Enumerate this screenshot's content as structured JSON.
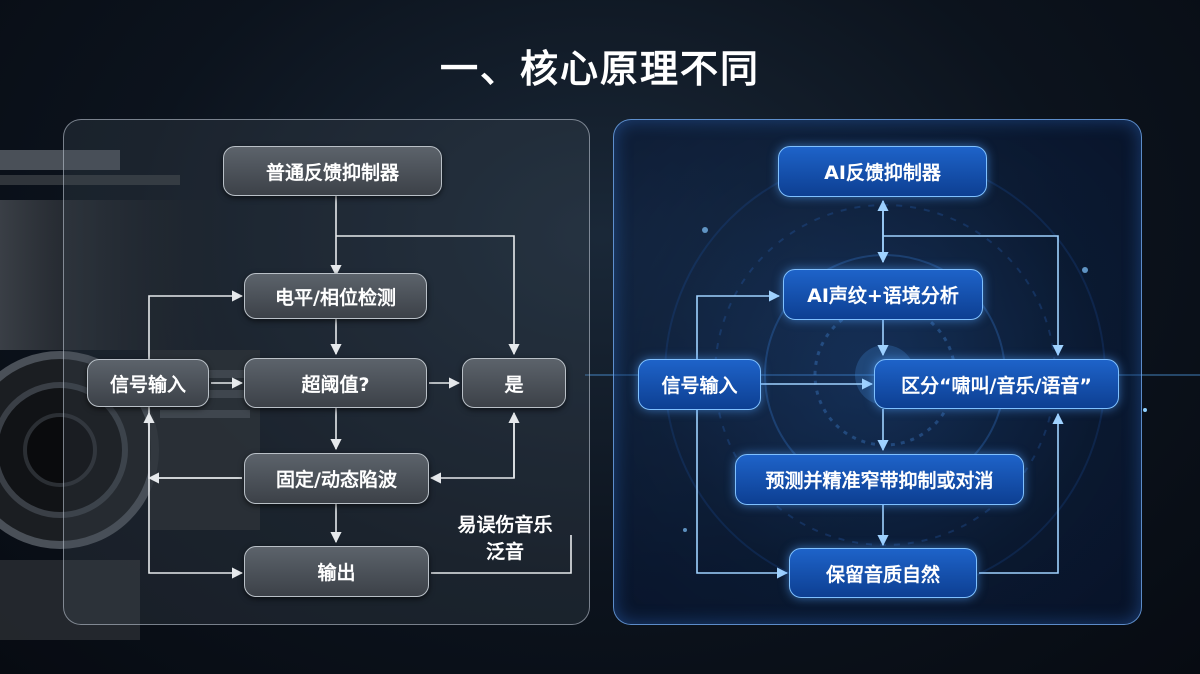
{
  "title": "一、核心原理不同",
  "left": {
    "header": "普通反馈抑制器",
    "detect": "电平/相位检测",
    "input": "信号输入",
    "threshold": "超阈值?",
    "yes": "是",
    "notch": "固定/动态陷波",
    "output": "输出",
    "note_line1": "易误伤音乐",
    "note_line2": "泛音"
  },
  "right": {
    "header": "AI反馈抑制器",
    "analysis": "AI声纹+语境分析",
    "input": "信号输入",
    "classify": "区分“啸叫/音乐/语音”",
    "predict": "预测并精准窄带抑制或对消",
    "preserve": "保留音质自然"
  },
  "colors": {
    "left_accent": "#b9c0c7",
    "right_accent": "#1e63c9",
    "right_wire": "#7fc0ff"
  }
}
